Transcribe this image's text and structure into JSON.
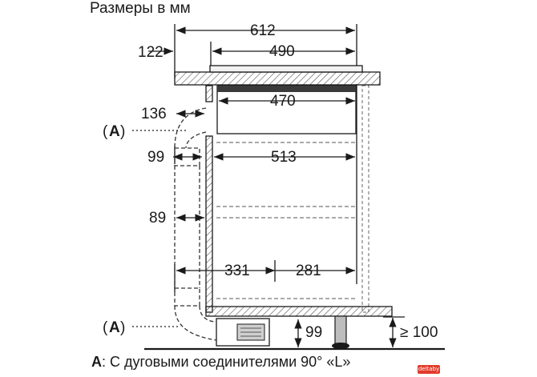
{
  "title": "Размеры в мм",
  "dimensions": {
    "total_width": "612",
    "top_width": "490",
    "top_offset": "122",
    "inner_width": "470",
    "duct_offset": "136",
    "duct_depth": "99",
    "cabinet_width": "513",
    "gap": "89",
    "left_part": "331",
    "right_part": "281",
    "plinth_height": "99",
    "min_plinth": "≥ 100"
  },
  "labels": {
    "a_open": "(",
    "a_letter": "A",
    "a_close": ")"
  },
  "footnote": {
    "letter": "A",
    "text": ": С дуговыми соединителями 90° «L»"
  },
  "watermark": "deltaby"
}
